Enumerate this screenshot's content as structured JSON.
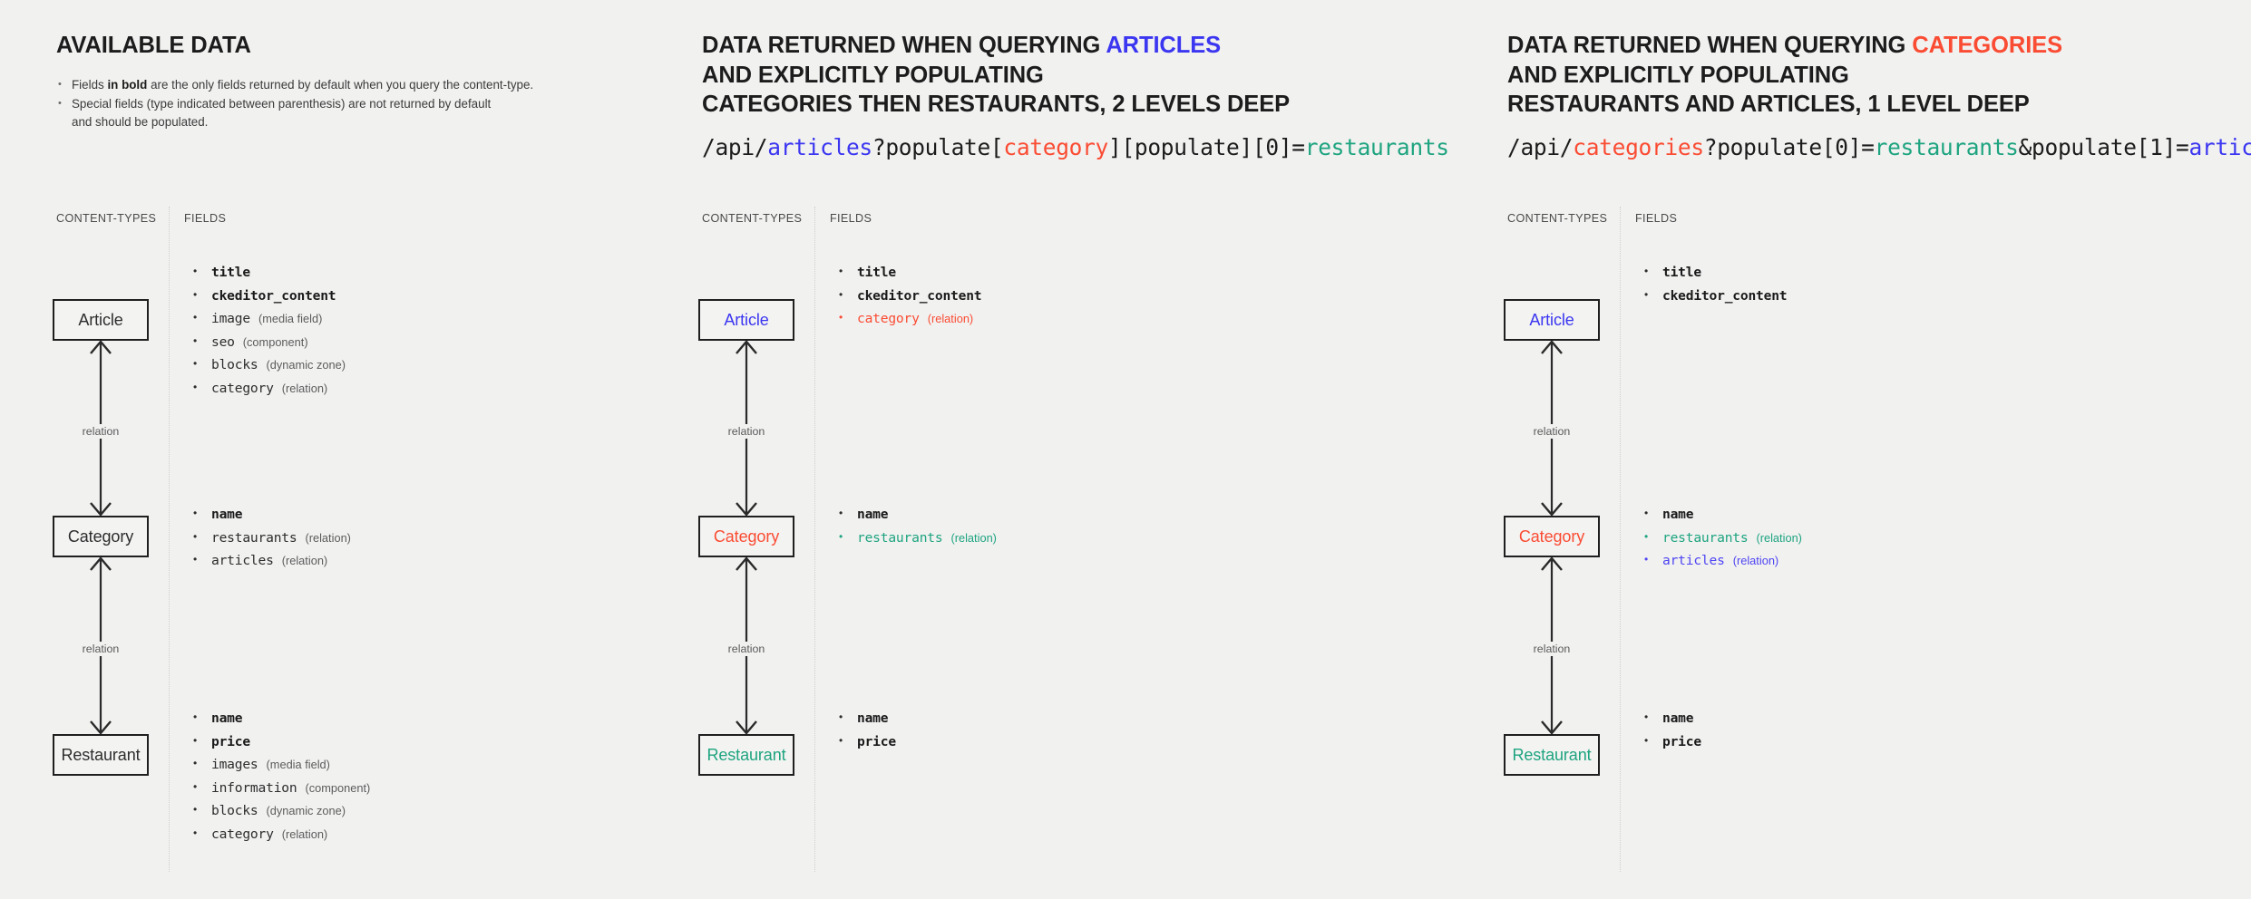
{
  "panels": [
    {
      "id": "available-data",
      "title_parts": [
        {
          "text": "AVAILABLE DATA",
          "color": "dark"
        }
      ],
      "title_lines": [
        "AVAILABLE DATA"
      ],
      "bullets": [
        {
          "pre": "Fields ",
          "bold": "in bold",
          "post": " are the only fields returned by default when you query the content-type."
        },
        {
          "pre": "Special fields (type indicated between parenthesis) are not returned by default",
          "bold": "",
          "post": ""
        },
        {
          "pre": "and should be populated.",
          "bold": "",
          "post": "",
          "continuation": true
        }
      ],
      "url": null,
      "col_labels": {
        "content_types": "CONTENT-TYPES",
        "fields": "FIELDS"
      },
      "nodes": [
        {
          "label": "Article",
          "color": "dark"
        },
        {
          "label": "Category",
          "color": "dark"
        },
        {
          "label": "Restaurant",
          "color": "dark"
        }
      ],
      "relation_labels": [
        "relation",
        "relation"
      ],
      "groups": [
        [
          {
            "name": "title",
            "type": "",
            "bold": true,
            "color": "dark"
          },
          {
            "name": "ckeditor_content",
            "type": "",
            "bold": true,
            "color": "dark"
          },
          {
            "name": "image",
            "type": "(media field)",
            "bold": false,
            "color": "dark"
          },
          {
            "name": "seo",
            "type": "(component)",
            "bold": false,
            "color": "dark"
          },
          {
            "name": "blocks",
            "type": "(dynamic zone)",
            "bold": false,
            "color": "dark"
          },
          {
            "name": "category",
            "type": "(relation)",
            "bold": false,
            "color": "dark"
          }
        ],
        [
          {
            "name": "name",
            "type": "",
            "bold": true,
            "color": "dark"
          },
          {
            "name": "restaurants",
            "type": "(relation)",
            "bold": false,
            "color": "dark"
          },
          {
            "name": "articles",
            "type": "(relation)",
            "bold": false,
            "color": "dark"
          }
        ],
        [
          {
            "name": "name",
            "type": "",
            "bold": true,
            "color": "dark"
          },
          {
            "name": "price",
            "type": "",
            "bold": true,
            "color": "dark"
          },
          {
            "name": "images",
            "type": "(media field)",
            "bold": false,
            "color": "dark"
          },
          {
            "name": "information",
            "type": "(component)",
            "bold": false,
            "color": "dark"
          },
          {
            "name": "blocks",
            "type": "(dynamic zone)",
            "bold": false,
            "color": "dark"
          },
          {
            "name": "category",
            "type": "(relation)",
            "bold": false,
            "color": "dark"
          }
        ]
      ]
    },
    {
      "id": "querying-articles",
      "title_lines": [
        [
          {
            "text": "DATA RETURNED WHEN QUERYING ",
            "color": "dark"
          },
          {
            "text": "ARTICLES",
            "color": "blue"
          }
        ],
        [
          {
            "text": "AND EXPLICITLY POPULATING",
            "color": "dark"
          }
        ],
        [
          {
            "text": "CATEGORIES THEN RESTAURANTS, 2 LEVELS DEEP",
            "color": "dark"
          }
        ]
      ],
      "url": [
        {
          "text": "/api/",
          "color": "dark"
        },
        {
          "text": "articles",
          "color": "blue"
        },
        {
          "text": "?populate[",
          "color": "dark"
        },
        {
          "text": "category",
          "color": "red"
        },
        {
          "text": "][populate][0]=",
          "color": "dark"
        },
        {
          "text": "restaurants",
          "color": "green"
        }
      ],
      "col_labels": {
        "content_types": "CONTENT-TYPES",
        "fields": "FIELDS"
      },
      "nodes": [
        {
          "label": "Article",
          "color": "blue"
        },
        {
          "label": "Category",
          "color": "red"
        },
        {
          "label": "Restaurant",
          "color": "green"
        }
      ],
      "relation_labels": [
        "relation",
        "relation"
      ],
      "groups": [
        [
          {
            "name": "title",
            "type": "",
            "bold": true,
            "color": "dark"
          },
          {
            "name": "ckeditor_content",
            "type": "",
            "bold": true,
            "color": "dark"
          },
          {
            "name": "category",
            "type": "(relation)",
            "bold": false,
            "color": "red"
          }
        ],
        [
          {
            "name": "name",
            "type": "",
            "bold": true,
            "color": "dark"
          },
          {
            "name": "restaurants",
            "type": "(relation)",
            "bold": false,
            "color": "green"
          }
        ],
        [
          {
            "name": "name",
            "type": "",
            "bold": true,
            "color": "dark"
          },
          {
            "name": "price",
            "type": "",
            "bold": true,
            "color": "dark"
          }
        ]
      ]
    },
    {
      "id": "querying-categories",
      "title_lines": [
        [
          {
            "text": "DATA RETURNED WHEN QUERYING ",
            "color": "dark"
          },
          {
            "text": "CATEGORIES",
            "color": "red"
          }
        ],
        [
          {
            "text": "AND EXPLICITLY POPULATING",
            "color": "dark"
          }
        ],
        [
          {
            "text": "RESTAURANTS AND ARTICLES, 1 LEVEL DEEP",
            "color": "dark"
          }
        ]
      ],
      "url": [
        {
          "text": "/api/",
          "color": "dark"
        },
        {
          "text": "categories",
          "color": "red"
        },
        {
          "text": "?populate[0]=",
          "color": "dark"
        },
        {
          "text": "restaurants",
          "color": "green"
        },
        {
          "text": "&populate[1]=",
          "color": "dark"
        },
        {
          "text": "articles",
          "color": "blue"
        }
      ],
      "col_labels": {
        "content_types": "CONTENT-TYPES",
        "fields": "FIELDS"
      },
      "nodes": [
        {
          "label": "Article",
          "color": "blue"
        },
        {
          "label": "Category",
          "color": "red"
        },
        {
          "label": "Restaurant",
          "color": "green"
        }
      ],
      "relation_labels": [
        "relation",
        "relation"
      ],
      "groups": [
        [
          {
            "name": "title",
            "type": "",
            "bold": true,
            "color": "dark"
          },
          {
            "name": "ckeditor_content",
            "type": "",
            "bold": true,
            "color": "dark"
          }
        ],
        [
          {
            "name": "name",
            "type": "",
            "bold": true,
            "color": "dark"
          },
          {
            "name": "restaurants",
            "type": "(relation)",
            "bold": false,
            "color": "green"
          },
          {
            "name": "articles",
            "type": "(relation)",
            "bold": false,
            "color": "blue"
          }
        ],
        [
          {
            "name": "name",
            "type": "",
            "bold": true,
            "color": "dark"
          },
          {
            "name": "price",
            "type": "",
            "bold": true,
            "color": "dark"
          }
        ]
      ]
    }
  ],
  "colors": {
    "background": "#f1f1f0",
    "text": "#282828",
    "blue": "#3b36f0",
    "red": "#fa4c33",
    "green": "#1ea47f",
    "node_border": "#1f1f1f",
    "divider": "#cfcfcd"
  }
}
